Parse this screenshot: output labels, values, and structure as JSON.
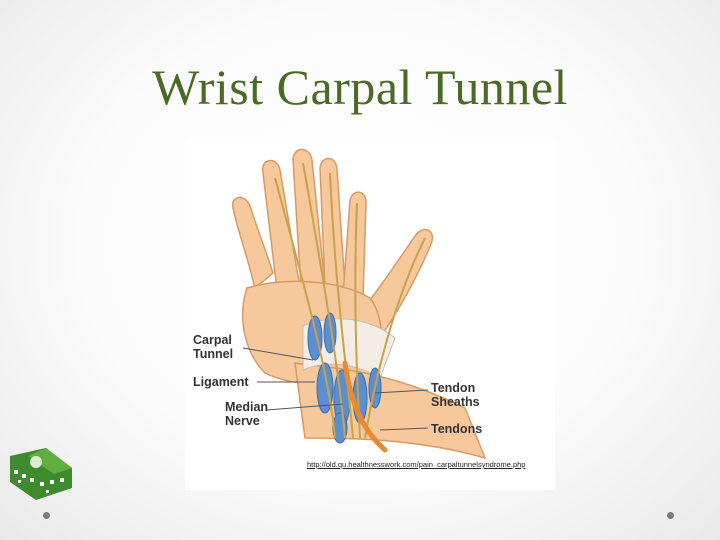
{
  "slide": {
    "title": "Wrist Carpal Tunnel"
  },
  "figure": {
    "labels": {
      "carpal_tunnel": "Carpal Tunnel",
      "ligament": "Ligament",
      "median_nerve": "Median Nerve",
      "tendon_sheaths": "Tendon Sheaths",
      "tendons": "Tendons"
    },
    "source_url": "http://old.qu.healthnesswork.com/pain_carpaltunnelsyndrome.php"
  },
  "colors": {
    "title": "#4b6a26",
    "skin": "#f6c89c",
    "sheath": "#5b8fd0",
    "nerve": "#e88a2e",
    "logo": "#3f8a2c"
  }
}
